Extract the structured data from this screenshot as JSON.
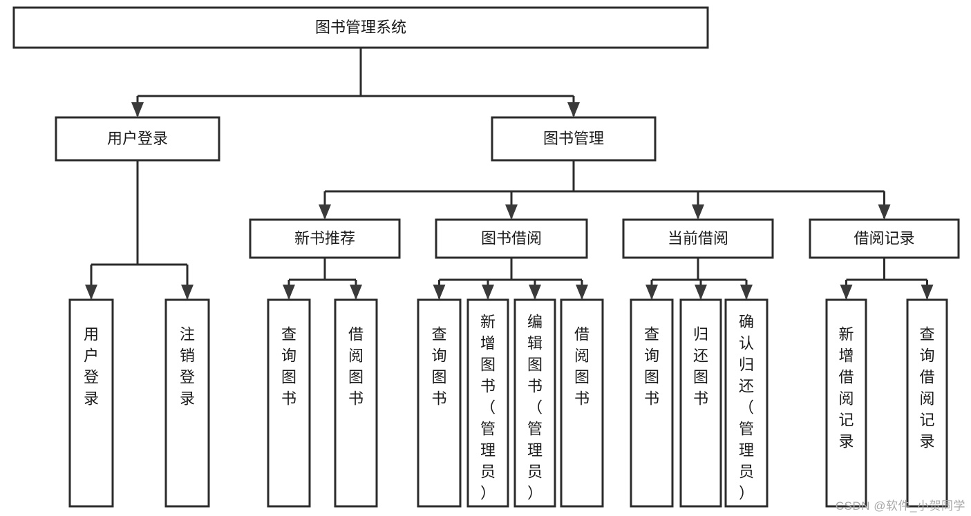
{
  "diagram": {
    "type": "tree-hierarchy-chart",
    "title_node": {
      "label": "图书管理系统",
      "orientation": "horizontal"
    },
    "level2": [
      {
        "id": "user-login",
        "label": "用户登录",
        "orientation": "horizontal"
      },
      {
        "id": "book-manage",
        "label": "图书管理",
        "orientation": "horizontal"
      }
    ],
    "level3": [
      {
        "id": "new-book-recommend",
        "label": "新书推荐",
        "orientation": "horizontal"
      },
      {
        "id": "book-borrow",
        "label": "图书借阅",
        "orientation": "horizontal"
      },
      {
        "id": "current-borrow",
        "label": "当前借阅",
        "orientation": "horizontal"
      },
      {
        "id": "borrow-record",
        "label": "借阅记录",
        "orientation": "horizontal"
      }
    ],
    "leaves": {
      "user-login": [
        {
          "id": "leaf-user-login",
          "label": "用户登录",
          "orientation": "vertical"
        },
        {
          "id": "leaf-logout-login",
          "label": "注销登录",
          "orientation": "vertical"
        }
      ],
      "new-book-recommend": [
        {
          "id": "leaf-query-book-1",
          "label": "查询图书",
          "orientation": "vertical"
        },
        {
          "id": "leaf-borrow-book-1",
          "label": "借阅图书",
          "orientation": "vertical"
        }
      ],
      "book-borrow": [
        {
          "id": "leaf-query-book-2",
          "label": "查询图书",
          "orientation": "vertical"
        },
        {
          "id": "leaf-add-book-admin",
          "label": "新增图书（管理员）",
          "orientation": "vertical"
        },
        {
          "id": "leaf-edit-book-admin",
          "label": "编辑图书（管理员）",
          "orientation": "vertical"
        },
        {
          "id": "leaf-borrow-book-2",
          "label": "借阅图书",
          "orientation": "vertical"
        }
      ],
      "current-borrow": [
        {
          "id": "leaf-query-book-3",
          "label": "查询图书",
          "orientation": "vertical"
        },
        {
          "id": "leaf-return-book",
          "label": "归还图书",
          "orientation": "vertical"
        },
        {
          "id": "leaf-confirm-return-admin",
          "label": "确认归还（管理员）",
          "orientation": "vertical"
        }
      ],
      "borrow-record": [
        {
          "id": "leaf-add-borrow-record",
          "label": "新增借阅记录",
          "orientation": "vertical"
        },
        {
          "id": "leaf-query-borrow-record",
          "label": "查询借阅记录",
          "orientation": "vertical"
        }
      ]
    },
    "colors": {
      "box_stroke": "#2b2b2b",
      "box_fill": "#ffffff",
      "connector": "#2b2b2b",
      "text": "#1a1a1a",
      "watermark": "#a8a8a8",
      "background": "#ffffff"
    }
  },
  "watermark": {
    "text": "CSDN @软件_小贺同学"
  }
}
